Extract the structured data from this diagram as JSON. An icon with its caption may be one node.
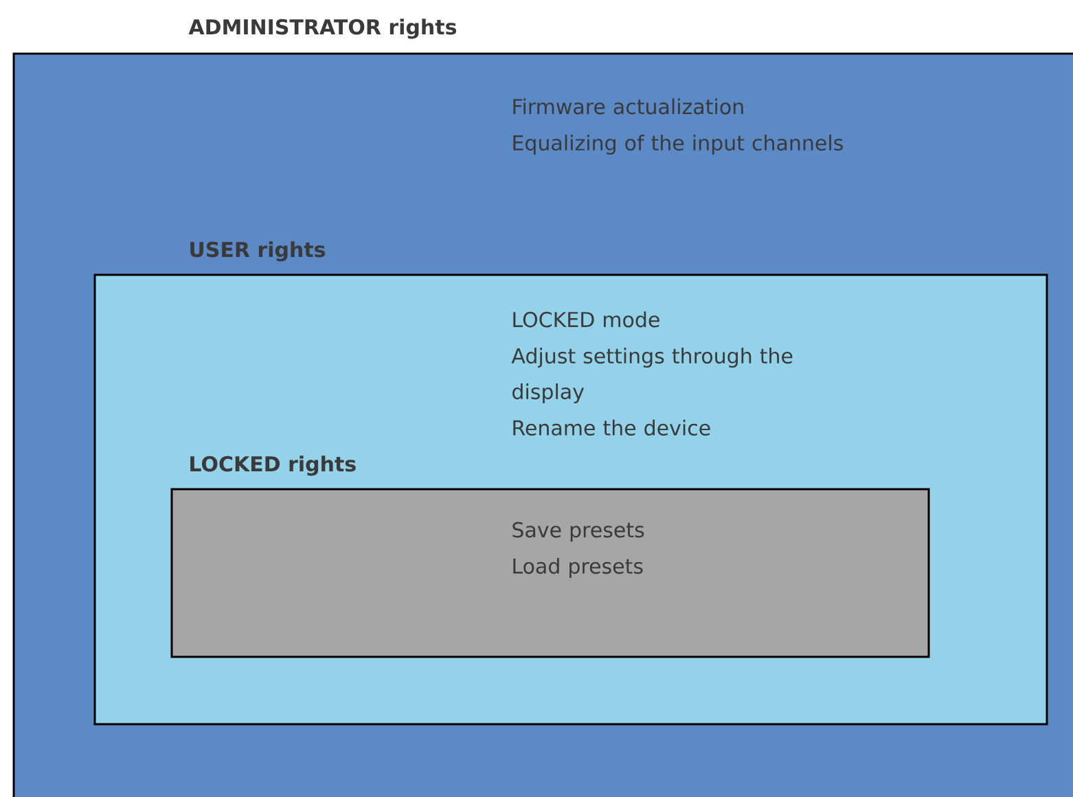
{
  "diagram": {
    "nodes": [
      {
        "text": [
          "ADMINISTRATOR rights",
          "Firmware actualization",
          "Equalizing of the input channels"
        ]
      },
      {
        "text": [
          "USER rights",
          "LOCKED mode",
          "Adjust settings through the display",
          "Rename the device"
        ],
        "in": 0
      },
      {
        "text": [
          "LOCKED rights",
          "Save presets",
          "Load presets"
        ],
        "in": 1
      }
    ]
  }
}
